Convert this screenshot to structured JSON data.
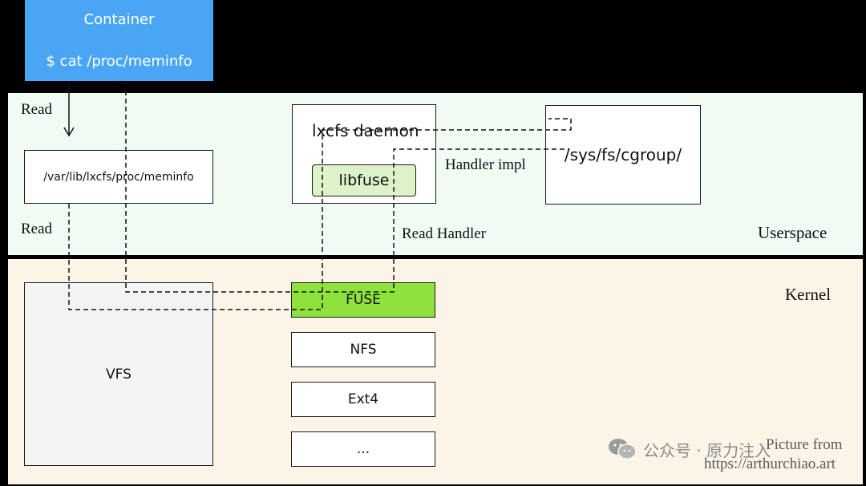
{
  "container": {
    "title": "Container",
    "command": "$ cat /proc/meminfo"
  },
  "userspace": {
    "label": "Userspace",
    "read_top": "Read",
    "read_bottom": "Read",
    "meminfo_path": "/var/lib/lxcfs/proc/meminfo",
    "lxcfs_daemon": "lxcfs daemon",
    "libfuse": "libfuse",
    "handler_impl": "Handler impl",
    "read_handler": "Read Handler",
    "cgroup_path": "/sys/fs/cgroup/"
  },
  "kernel": {
    "label": "Kernel",
    "vfs": "VFS",
    "filesystems": [
      "FUSE",
      "NFS",
      "Ext4",
      "..."
    ]
  },
  "watermark": {
    "account": "公众号 · 原力注入",
    "credit_line1": "Picture from",
    "credit_line2": "https://arthurchiao.art"
  },
  "colors": {
    "container": "#4aa6f5",
    "fuse": "#8ee23b",
    "libfuse": "#dcf2c8",
    "userspace_bg": "#f0fbf4",
    "kernel_bg": "#fdf4e8"
  }
}
